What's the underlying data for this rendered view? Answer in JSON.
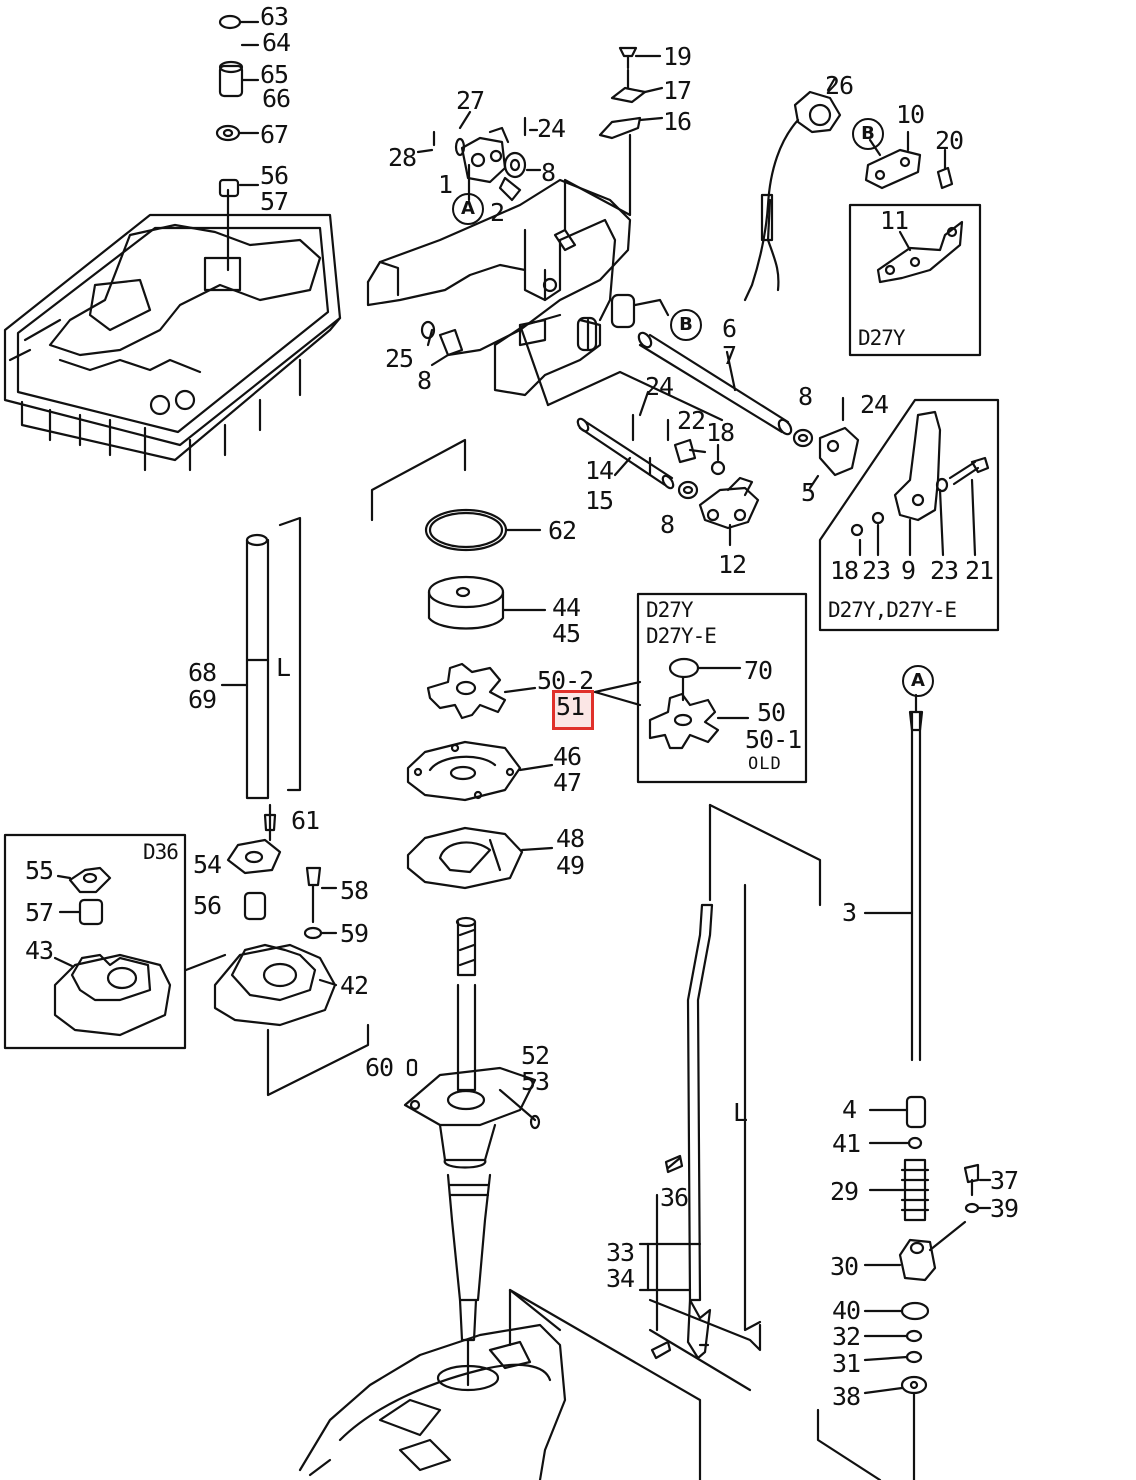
{
  "diagram": {
    "highlight_color": "#e0302a",
    "callouts": {
      "a_top": "A",
      "a_right": "A",
      "b_right": "B",
      "b_top": "B"
    },
    "inset_labels": {
      "d27y_small": "D27Y",
      "d27y_e_title": "D27Y",
      "d27y_e_sub": "D27Y-E",
      "d27y_both": "D27Y,D27Y-E",
      "old": "OLD",
      "d36": "D36",
      "length_left": "L",
      "length_right": "L"
    },
    "parts": {
      "p63": "63",
      "p64": "64",
      "p65": "65",
      "p66": "66",
      "p67": "67",
      "p56a": "56",
      "p57a": "57",
      "p27": "27",
      "p24a": "24",
      "p28": "28",
      "p1": "1",
      "p8a": "8",
      "p2": "2",
      "p19": "19",
      "p17": "17",
      "p16": "16",
      "p26": "26",
      "p10": "10",
      "p20": "20",
      "p11": "11",
      "p6": "6",
      "p7": "7",
      "p25": "25",
      "p8b": "8",
      "p24b": "24",
      "p22": "22",
      "p18a": "18",
      "p8c": "8",
      "p24c": "24",
      "p5": "5",
      "p14": "14",
      "p15": "15",
      "p8d": "8",
      "p12": "12",
      "p18b": "18",
      "p23a": "23",
      "p9": "9",
      "p23b": "23",
      "p21": "21",
      "p62": "62",
      "p44": "44",
      "p45": "45",
      "p50_2": "50-2",
      "p51": "51",
      "p70": "70",
      "p50": "50",
      "p50_1": "50-1",
      "p46": "46",
      "p47": "47",
      "p48": "48",
      "p49": "49",
      "p68": "68",
      "p69": "69",
      "p61": "61",
      "p55": "55",
      "p57b": "57",
      "p43": "43",
      "p54": "54",
      "p56b": "56",
      "p58": "58",
      "p59": "59",
      "p42": "42",
      "p60": "60",
      "p52": "52",
      "p53": "53",
      "p3": "3",
      "p4": "4",
      "p41": "41",
      "p29": "29",
      "p37": "37",
      "p39": "39",
      "p30": "30",
      "p40": "40",
      "p32": "32",
      "p31": "31",
      "p38": "38",
      "p36": "36",
      "p33": "33",
      "p34": "34"
    }
  }
}
